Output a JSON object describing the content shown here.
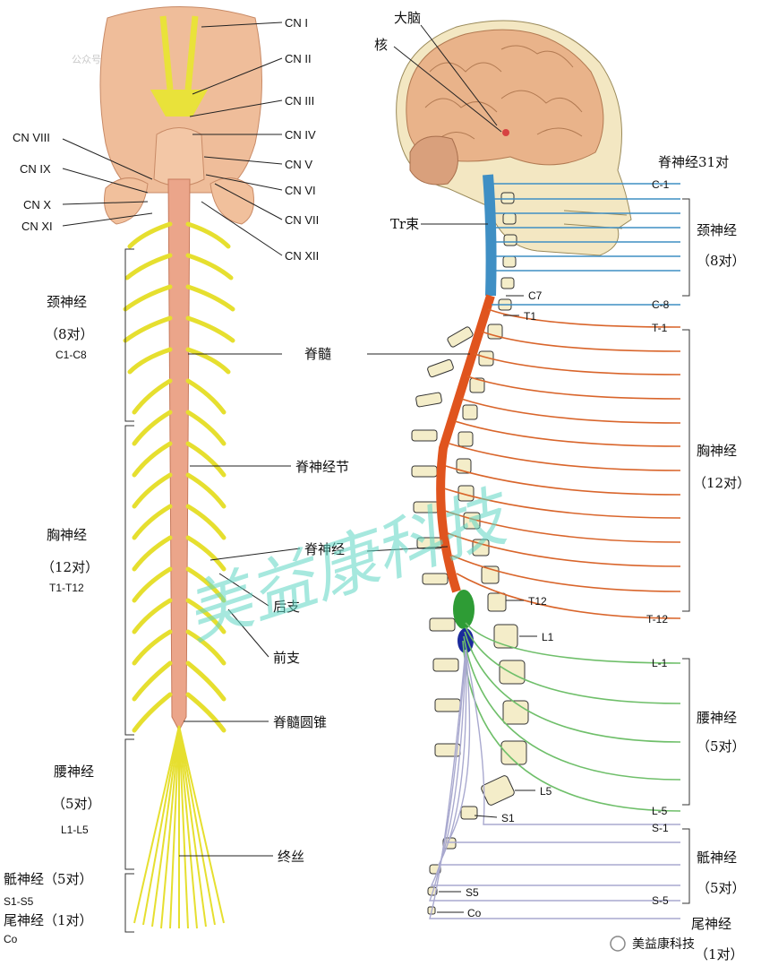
{
  "left_labels": {
    "cn_i": "CN I",
    "cn_ii": "CN II",
    "cn_iii": "CN III",
    "cn_iv": "CN IV",
    "cn_v": "CN V",
    "cn_vi": "CN VI",
    "cn_vii": "CN VII",
    "cn_xii": "CN XII",
    "cn_viii": "CN VIII",
    "cn_ix": "CN IX",
    "cn_x": "CN X",
    "cn_xi": "CN XI",
    "cervical": "颈神经",
    "cervical_count": "（8对）",
    "cervical_range": "C1-C8",
    "thoracic": "胸神经",
    "thoracic_count": "（12对）",
    "thoracic_range": "T1-T12",
    "lumbar": "腰神经",
    "lumbar_count": "（5对）",
    "lumbar_range": "L1-L5",
    "sacral": "骶神经（5对）",
    "sacral_range": "S1-S5",
    "coccygeal": "尾神经（1对）",
    "coccygeal_range": "Co"
  },
  "center_labels": {
    "spinal_cord": "脊髓",
    "spinal_ganglion": "脊神经节",
    "spinal_nerve": "脊神经",
    "posterior_branch": "后支",
    "anterior_branch": "前支",
    "conus_medullaris": "脊髓圆锥",
    "filum_terminale": "终丝"
  },
  "right_labels": {
    "cerebrum": "大脑",
    "nucleus": "核",
    "tract": "Tr束",
    "spinal_nerves_total": "脊神经31对",
    "c1": "C-1",
    "c7": "C7",
    "c8": "C-8",
    "t1v": "T1",
    "t1": "T-1",
    "t12v": "T12",
    "t12": "T-12",
    "l1v": "L1",
    "l1": "L-1",
    "l5v": "L5",
    "l5": "L-5",
    "s1v": "S1",
    "s1": "S-1",
    "s5v": "S5",
    "s5": "S-5",
    "co": "Co",
    "cervical": "颈神经",
    "cervical_count": "（8对）",
    "thoracic": "胸神经",
    "thoracic_count": "（12对）",
    "lumbar": "腰神经",
    "lumbar_count": "（5对）",
    "sacral": "骶神经",
    "sacral_count": "（5对）",
    "coccygeal": "尾神经",
    "coccygeal_count": "（1对）"
  },
  "watermark": {
    "large": "美益康科技",
    "account": "公众号",
    "brand": "美益康科技"
  },
  "colors": {
    "cervical_nerve": "#3f8fc4",
    "thoracic_nerve": "#d9652b",
    "lumbar_nerve": "#6fbf6a",
    "sacral_nerve": "#a9a9cf",
    "spinal_cord": "#eba58a",
    "nerve_yellow": "#e9e23a",
    "brain": "#e9b38a",
    "vertebra": "#f4edc9"
  }
}
